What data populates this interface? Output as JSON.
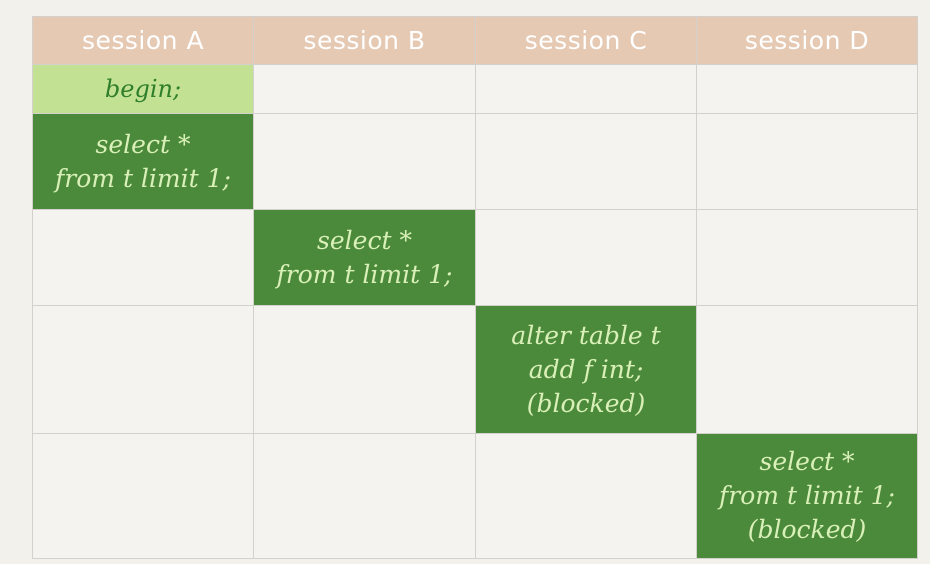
{
  "headers": [
    "session A",
    "session B",
    "session C",
    "session D"
  ],
  "steps": {
    "a_begin": "begin;",
    "a_select": "select *\nfrom t limit 1;",
    "b_select": "select *\nfrom t limit 1;",
    "c_alter": "alter table t\nadd f int;\n(blocked)",
    "d_select": "select *\nfrom t limit 1;\n(blocked)"
  },
  "colors": {
    "header": "#e5c9b3",
    "light_cell": "#c2e193",
    "dark_cell": "#4c8a3b",
    "dark_text": "#d9f0b8",
    "light_text": "#2e7e2a"
  }
}
